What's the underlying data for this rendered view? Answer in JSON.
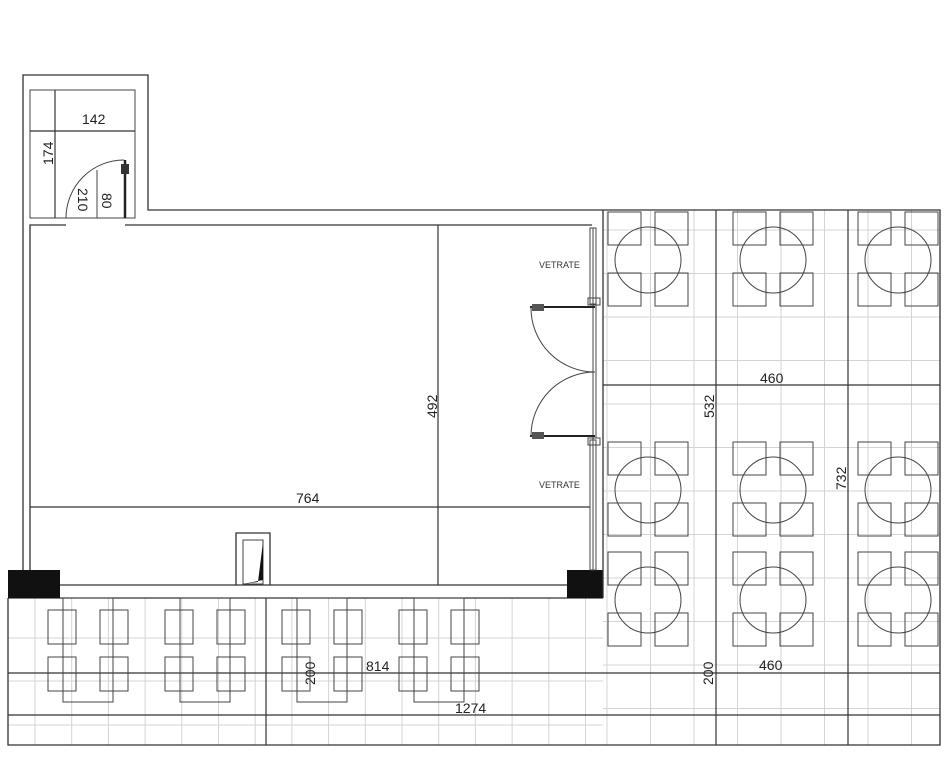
{
  "plan": {
    "labels": {
      "service_room_width": "142",
      "service_room_depth": "174",
      "door_height": "210",
      "door_width": "80",
      "window_top": "VETRATE",
      "window_bottom": "VETRATE",
      "main_room_depth": "492",
      "main_room_width": "764",
      "side_terrace_depth_inner": "532",
      "side_terrace_width_top": "460",
      "side_terrace_depth": "732",
      "front_terrace_depth_left": "200",
      "front_terrace_width": "814",
      "front_terrace_depth_right": "200",
      "side_terrace_width_bottom": "460",
      "total_width": "1274"
    },
    "colors": {
      "line": "#333333",
      "grid": "#d4d4d4",
      "pillar": "#111111"
    }
  }
}
